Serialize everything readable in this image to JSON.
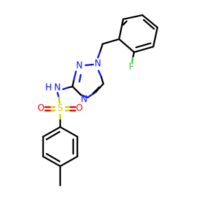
{
  "molecule": {
    "atoms": {
      "f": "F",
      "n_triazole_1": "N",
      "n_triazole_2": "N",
      "n_triazole_4": "N",
      "nh_n": "N",
      "nh_h": "H",
      "s": "S",
      "o_left": "O",
      "o_right": "O"
    }
  },
  "colors": {
    "carbon_bond": "#000000",
    "nitrogen": "#1010ff",
    "oxygen": "#ff0000",
    "sulfur": "#cccc00",
    "fluorine": "#33cc33",
    "background": "#ffffff"
  }
}
